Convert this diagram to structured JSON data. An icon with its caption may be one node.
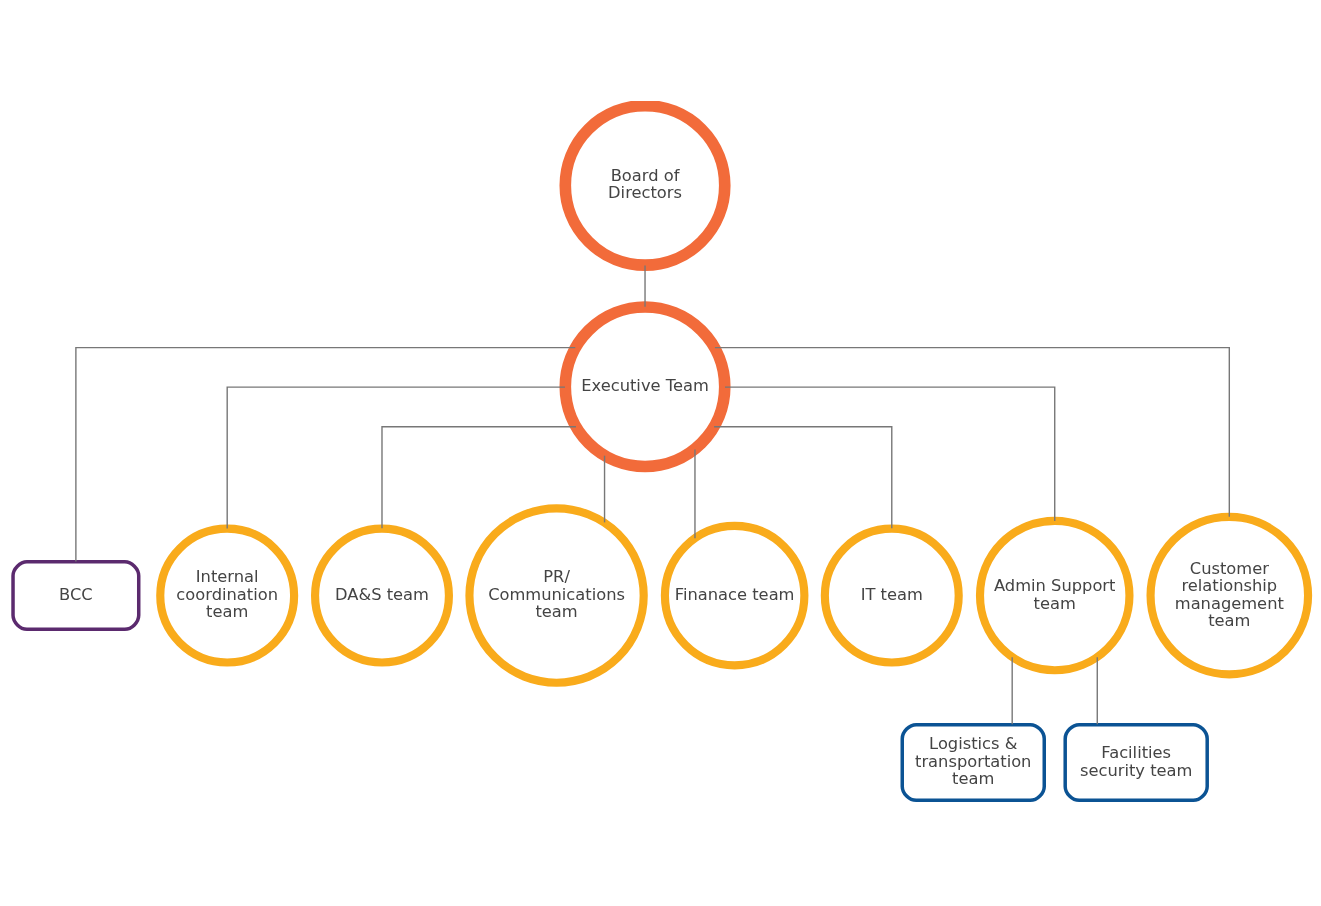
{
  "diagram": {
    "nodes": [
      {
        "text": [
          "Board of Directors"
        ]
      },
      {
        "text": [
          "Executive Team"
        ]
      },
      {
        "text": [
          "BCC"
        ]
      },
      {
        "text": [
          "Internal coordination team"
        ]
      },
      {
        "text": [
          "DA&S team"
        ]
      },
      {
        "text": [
          "PR/ Communications team"
        ]
      },
      {
        "text": [
          "Finanace team"
        ]
      },
      {
        "text": [
          "IT team"
        ]
      },
      {
        "text": [
          "Admin Support team"
        ]
      },
      {
        "text": [
          "Customer relationship management team"
        ]
      },
      {
        "text": [
          "Logistics & transportation team"
        ]
      },
      {
        "text": [
          "Facilities security team"
        ]
      }
    ],
    "edges": [
      {
        "from": 0,
        "to": 1,
        "arrow": "none"
      },
      {
        "from": 1,
        "to": 2,
        "arrow": "none"
      },
      {
        "from": 1,
        "to": 3,
        "arrow": "none"
      },
      {
        "from": 1,
        "to": 4,
        "arrow": "none"
      },
      {
        "from": 1,
        "to": 5,
        "arrow": "none"
      },
      {
        "from": 1,
        "to": 6,
        "arrow": "none"
      },
      {
        "from": 1,
        "to": 7,
        "arrow": "none"
      },
      {
        "from": 1,
        "to": 8,
        "arrow": "none"
      },
      {
        "from": 1,
        "to": 9,
        "arrow": "none"
      },
      {
        "from": 8,
        "to": 10,
        "arrow": "none"
      },
      {
        "from": 8,
        "to": 11,
        "arrow": "none"
      }
    ]
  }
}
